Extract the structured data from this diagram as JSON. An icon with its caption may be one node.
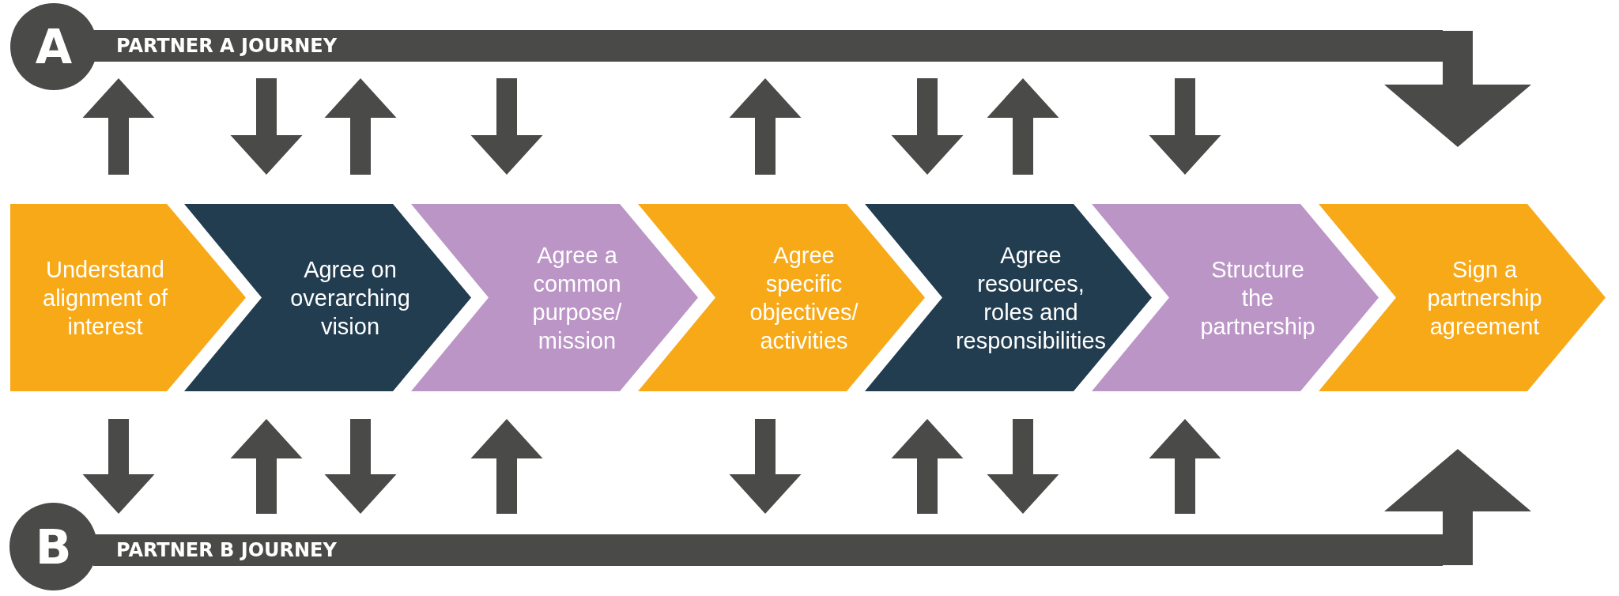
{
  "diagram": {
    "nodes": [
      {
        "text": [
          "A"
        ]
      },
      {
        "text": [
          "PARTNER A JOURNEY"
        ]
      },
      {
        "text": [
          "Understand alignment of interest"
        ]
      },
      {
        "text": [
          "Agree on overarching vision"
        ]
      },
      {
        "text": [
          "Agree a common purpose/ mission"
        ]
      },
      {
        "text": [
          "Agree specific objectives/ activities"
        ]
      },
      {
        "text": [
          "Agree resources, roles and responsibilities"
        ]
      },
      {
        "text": [
          "Structure the partnership"
        ]
      },
      {
        "text": [
          "Sign a partnership agreement"
        ]
      },
      {
        "text": [
          "B"
        ]
      },
      {
        "text": [
          "PARTNER B JOURNEY"
        ]
      }
    ],
    "edges": [
      {
        "from": 2,
        "to": 1,
        "arrow": "to"
      },
      {
        "from": 1,
        "to": 3,
        "arrow": "to"
      },
      {
        "from": 3,
        "to": 1,
        "arrow": "to"
      },
      {
        "from": 1,
        "to": 4,
        "arrow": "to"
      },
      {
        "from": 5,
        "to": 1,
        "arrow": "to"
      },
      {
        "from": 1,
        "to": 6,
        "arrow": "to"
      },
      {
        "from": 6,
        "to": 1,
        "arrow": "to"
      },
      {
        "from": 1,
        "to": 7,
        "arrow": "to"
      },
      {
        "from": 1,
        "to": 8,
        "arrow": "to"
      },
      {
        "from": 2,
        "to": 10,
        "arrow": "to"
      },
      {
        "from": 10,
        "to": 3,
        "arrow": "to"
      },
      {
        "from": 3,
        "to": 10,
        "arrow": "to"
      },
      {
        "from": 10,
        "to": 4,
        "arrow": "to"
      },
      {
        "from": 5,
        "to": 10,
        "arrow": "to"
      },
      {
        "from": 10,
        "to": 6,
        "arrow": "to"
      },
      {
        "from": 6,
        "to": 10,
        "arrow": "to"
      },
      {
        "from": 10,
        "to": 7,
        "arrow": "to"
      },
      {
        "from": 10,
        "to": 8,
        "arrow": "to"
      }
    ]
  }
}
